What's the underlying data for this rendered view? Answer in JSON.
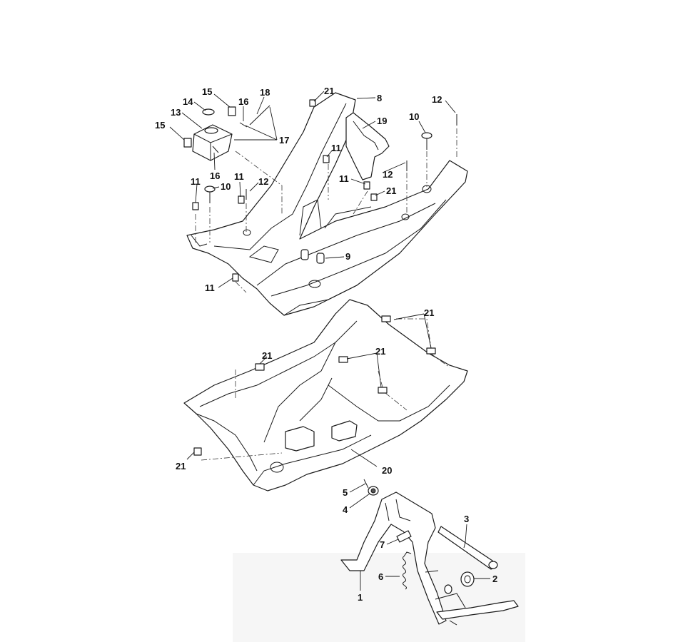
{
  "callouts": [
    {
      "id": "c15a",
      "label": "15"
    },
    {
      "id": "c16a",
      "label": "16"
    },
    {
      "id": "c18",
      "label": "18"
    },
    {
      "id": "c14",
      "label": "14"
    },
    {
      "id": "c13",
      "label": "13"
    },
    {
      "id": "c15b",
      "label": "15"
    },
    {
      "id": "c17",
      "label": "17"
    },
    {
      "id": "c16b",
      "label": "16"
    },
    {
      "id": "c21a",
      "label": "21"
    },
    {
      "id": "c8",
      "label": "8"
    },
    {
      "id": "c19",
      "label": "19"
    },
    {
      "id": "c10a",
      "label": "10"
    },
    {
      "id": "c12a",
      "label": "12"
    },
    {
      "id": "c11a",
      "label": "11"
    },
    {
      "id": "c12b",
      "label": "12"
    },
    {
      "id": "c11b",
      "label": "11"
    },
    {
      "id": "c21b",
      "label": "21"
    },
    {
      "id": "c11c",
      "label": "11"
    },
    {
      "id": "c11d",
      "label": "11"
    },
    {
      "id": "c10b",
      "label": "10"
    },
    {
      "id": "c12c",
      "label": "12"
    },
    {
      "id": "c9",
      "label": "9"
    },
    {
      "id": "c11e",
      "label": "11"
    },
    {
      "id": "c21c",
      "label": "21"
    },
    {
      "id": "c21d",
      "label": "21"
    },
    {
      "id": "c21e",
      "label": "21"
    },
    {
      "id": "c21f",
      "label": "21"
    },
    {
      "id": "c20",
      "label": "20"
    },
    {
      "id": "c5",
      "label": "5"
    },
    {
      "id": "c4",
      "label": "4"
    },
    {
      "id": "c3",
      "label": "3"
    },
    {
      "id": "c7",
      "label": "7"
    },
    {
      "id": "c6",
      "label": "6"
    },
    {
      "id": "c2",
      "label": "2"
    },
    {
      "id": "c1",
      "label": "1"
    }
  ]
}
